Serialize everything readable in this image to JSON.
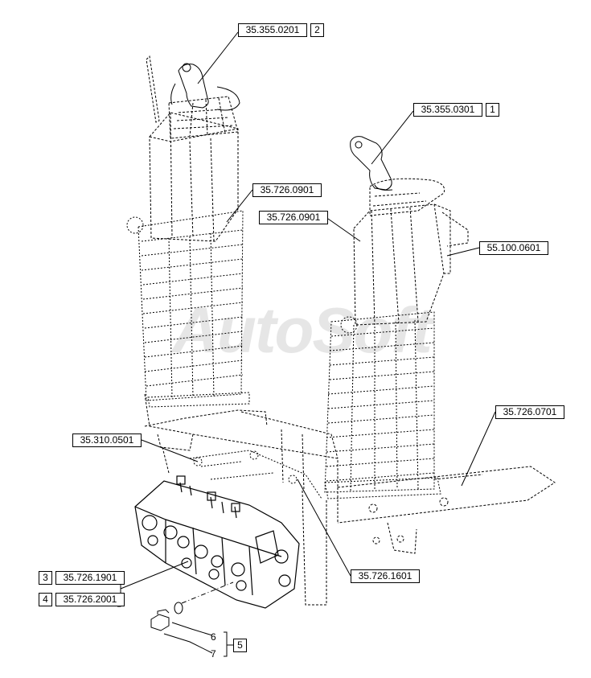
{
  "labels": {
    "part_35_355_0201": "35.355.0201",
    "idx_2": "2",
    "part_35_355_0301": "35.355.0301",
    "idx_1": "1",
    "part_35_726_0901_a": "35.726.0901",
    "part_35_726_0901_b": "35.726.0901",
    "part_55_100_0601": "55.100.0601",
    "part_35_726_0701": "35.726.0701",
    "part_35_310_0501": "35.310.0501",
    "part_35_726_1601": "35.726.1601",
    "idx_3": "3",
    "part_35_726_1901": "35.726.1901",
    "idx_4": "4",
    "part_35_726_2001": "35.726.2001",
    "item_6": "6",
    "item_7": "7",
    "idx_5": "5"
  },
  "watermark": "AutoSoft",
  "colors": {
    "line": "#000000",
    "background": "#ffffff",
    "watermark": "#3c3c3c"
  }
}
